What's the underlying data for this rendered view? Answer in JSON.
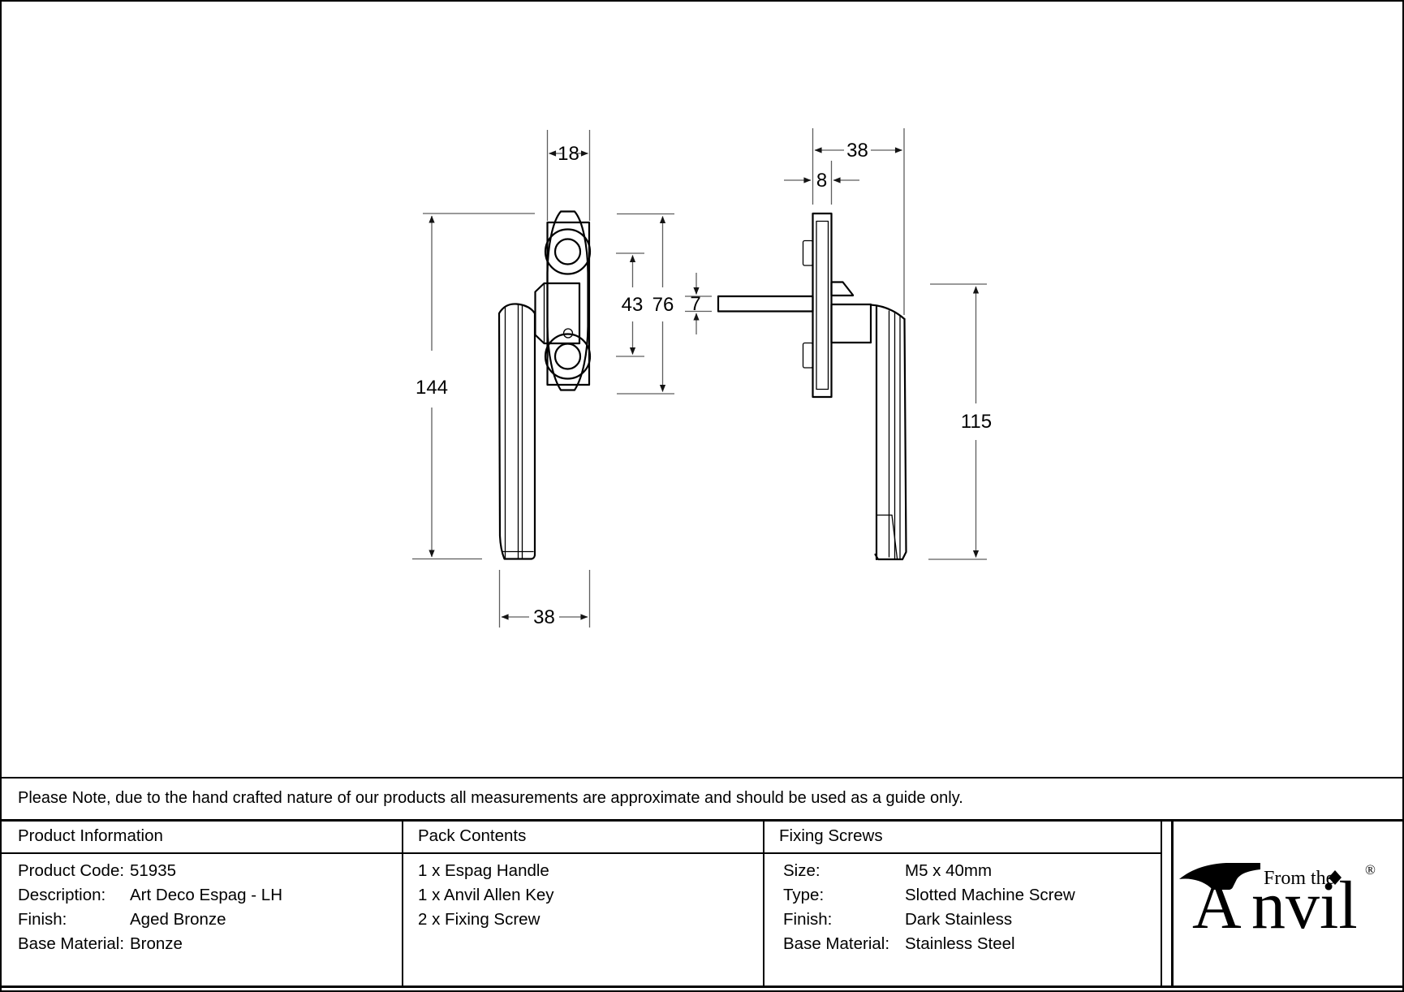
{
  "note": "Please Note, due to the hand crafted nature of our products all measurements are approximate and should be used as a guide only.",
  "drawing": {
    "front": {
      "dim_width_top": "18",
      "dim_overall_height": "144",
      "dim_fixing_centres": "43",
      "dim_plate_height": "76",
      "dim_width_bottom": "38"
    },
    "side": {
      "dim_depth_overall": "38",
      "dim_plate_depth": "8",
      "dim_spindle_height": "7",
      "dim_handle_drop": "115"
    }
  },
  "table": {
    "product_information": {
      "header": "Product Information",
      "rows": [
        {
          "label": "Product Code:",
          "value": "51935"
        },
        {
          "label": "Description:",
          "value": "Art Deco Espag - LH"
        },
        {
          "label": "Finish:",
          "value": "Aged Bronze"
        },
        {
          "label": "Base Material:",
          "value": "Bronze"
        }
      ]
    },
    "pack_contents": {
      "header": "Pack Contents",
      "items": [
        "1 x Espag Handle",
        "1 x Anvil Allen Key",
        "2 x Fixing Screw"
      ]
    },
    "fixing_screws": {
      "header": "Fixing Screws",
      "rows": [
        {
          "label": "Size:",
          "value": "M5 x 40mm"
        },
        {
          "label": "Type:",
          "value": "Slotted Machine Screw"
        },
        {
          "label": "Finish:",
          "value": "Dark Stainless"
        },
        {
          "label": "Base Material:",
          "value": "Stainless Steel"
        }
      ]
    }
  },
  "logo": {
    "from_the": "From the",
    "brand_a": "A",
    "brand_rest": "nvil",
    "registered": "®"
  }
}
